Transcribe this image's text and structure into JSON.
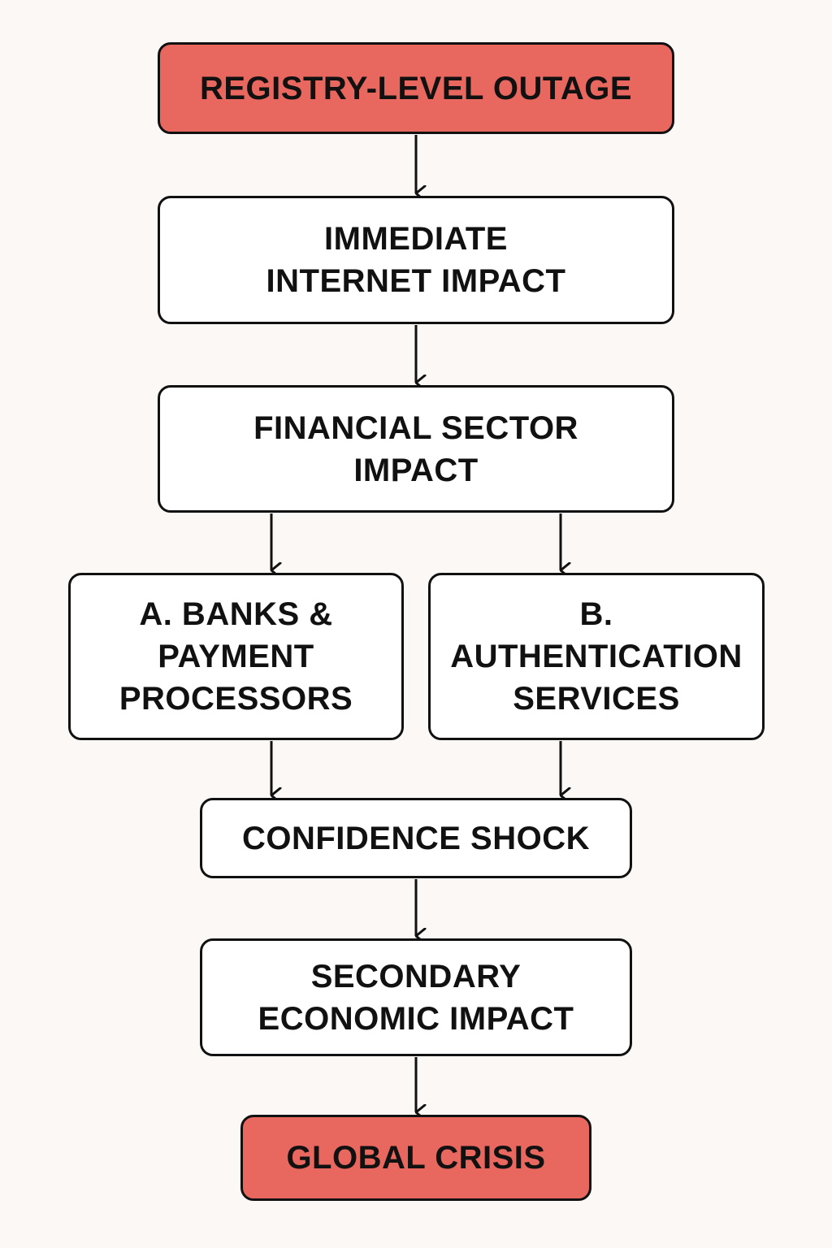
{
  "colors": {
    "background": "#fbf8f5",
    "highlight_fill": "#e8675f",
    "box_fill": "#ffffff",
    "stroke": "#111111"
  },
  "nodes": {
    "outage": "REGISTRY-LEVEL OUTAGE",
    "internet": "IMMEDIATE\nINTERNET IMPACT",
    "finance": "FINANCIAL SECTOR\nIMPACT",
    "banks": "A. BANKS &\nPAYMENT\nPROCESSORS",
    "auth": "B.\nAUTHENTICATION\nSERVICES",
    "confidence": "CONFIDENCE SHOCK",
    "secondary": "SECONDARY\nECONOMIC IMPACT",
    "global": "GLOBAL CRISIS"
  }
}
